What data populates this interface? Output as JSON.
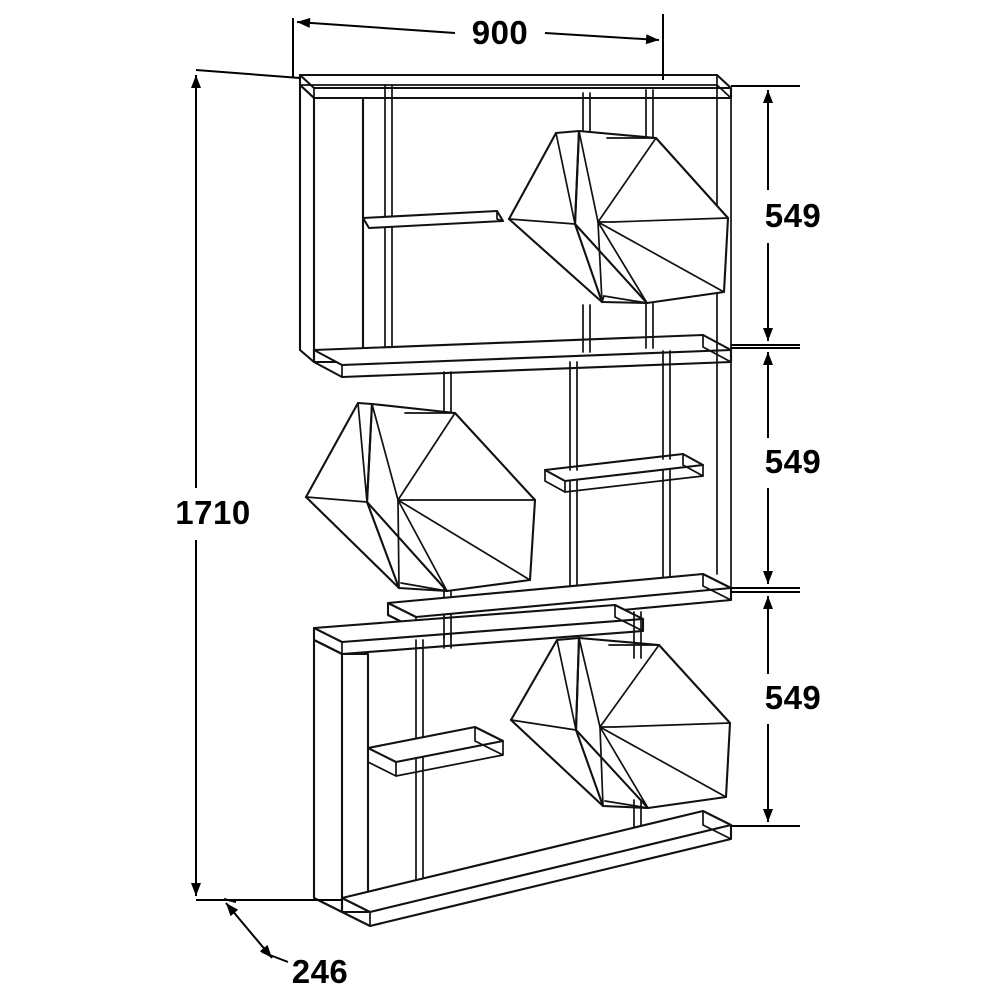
{
  "drawing": {
    "title": "Hexagonal Wall Shelf Unit – Dimensioned Isometric Drawing",
    "view_type": "isometric technical drawing",
    "units": "mm",
    "line_color": "#111111",
    "background_color": "#ffffff",
    "text_color": "#000000"
  },
  "dimensions": {
    "width": {
      "label": "900",
      "name": "overall-width",
      "orientation": "horizontal",
      "position": "top"
    },
    "height": {
      "label": "1710",
      "name": "overall-height",
      "orientation": "vertical",
      "position": "left"
    },
    "depth": {
      "label": "246",
      "name": "overall-depth",
      "orientation": "diagonal",
      "position": "bottom"
    },
    "sections": [
      {
        "label": "549",
        "name": "top-section-height",
        "orientation": "vertical",
        "position": "right-upper"
      },
      {
        "label": "549",
        "name": "middle-section-height",
        "orientation": "vertical",
        "position": "right-middle"
      },
      {
        "label": "549",
        "name": "bottom-section-height",
        "orientation": "vertical",
        "position": "right-lower"
      }
    ]
  },
  "components": {
    "hexagon_modules": 3,
    "shelf_sections": 3,
    "small_shelves": 3
  }
}
